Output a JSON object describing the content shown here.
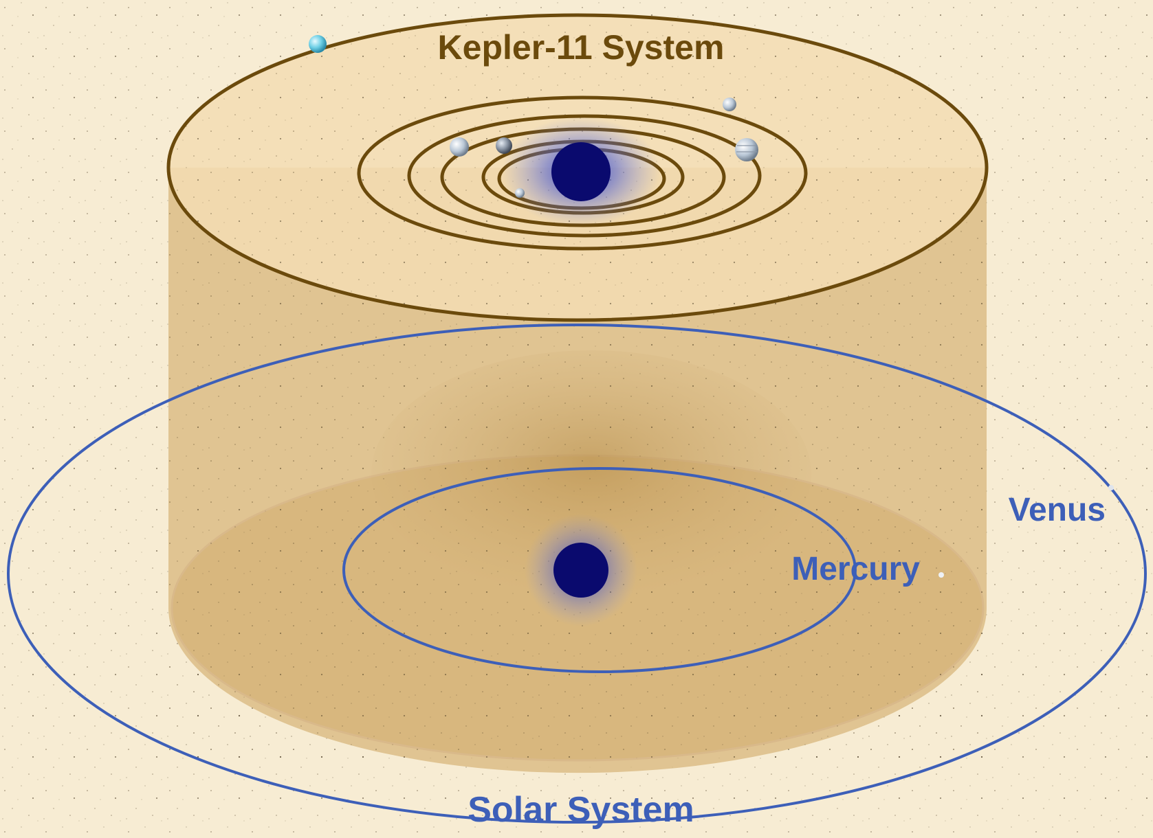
{
  "kepler": {
    "title": "Kepler-11 System",
    "color": "#6b4a0c"
  },
  "solar": {
    "title": "Solar System",
    "color": "#3d5fb8",
    "planets": [
      "Mercury",
      "Venus"
    ]
  },
  "colors": {
    "background": "#f7ecd3",
    "cylinder": "#dcbd86",
    "star": "#0a0a6e",
    "star_glow": "#2d3fc4"
  },
  "icons": {
    "kepler_star": "star-icon",
    "sun": "sun-icon",
    "planets": "planet-icon"
  }
}
